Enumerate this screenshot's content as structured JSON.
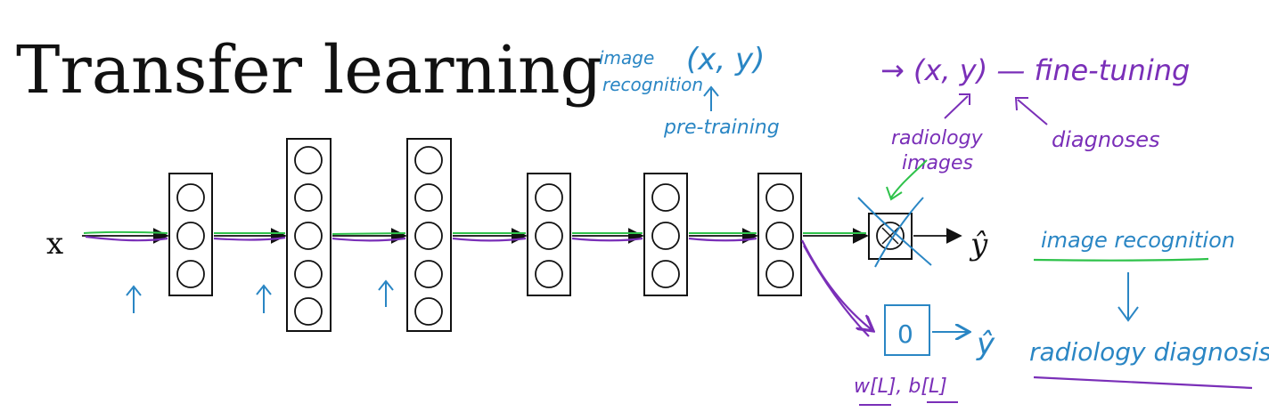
{
  "title": "Transfer learning",
  "input_label": "x",
  "output_label": "ŷ",
  "new_output_label": "ŷ",
  "new_unit_label": "0",
  "layers": [
    {
      "units": 3
    },
    {
      "units": 5
    },
    {
      "units": 5
    },
    {
      "units": 3
    },
    {
      "units": 3
    },
    {
      "units": 3
    }
  ],
  "annotations": {
    "image_recognition_top": "image recognition",
    "pretraining_pair": "(x, y)",
    "pretraining": "pre-training",
    "finetune_pair": "→ (x, y) — fine-tuning",
    "radiology_images": "radiology images",
    "diagnoses": "diagnoses",
    "image_recognition_right": "image recognition",
    "radiology_diagnosis": "radiology diagnosis",
    "weights": "w[L], b[L]"
  },
  "colors": {
    "ink": "#111111",
    "blue": "#2a86c4",
    "purple": "#7a2fb8",
    "green": "#2ec24a"
  }
}
